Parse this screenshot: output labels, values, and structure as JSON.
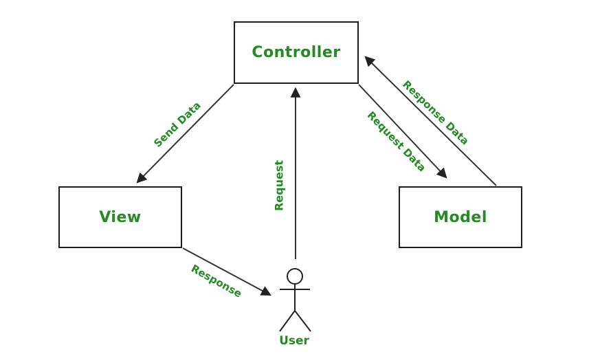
{
  "nodes": {
    "controller": {
      "label": "Controller"
    },
    "view": {
      "label": "View"
    },
    "model": {
      "label": "Model"
    },
    "user": {
      "label": "User"
    }
  },
  "edges": {
    "send_data": {
      "label": "Send Data",
      "from": "Controller",
      "to": "View"
    },
    "request": {
      "label": "Request",
      "from": "User",
      "to": "Controller"
    },
    "request_data": {
      "label": "Request Data",
      "from": "Controller",
      "to": "Model"
    },
    "response_data": {
      "label": "Response Data",
      "from": "Model",
      "to": "Controller"
    },
    "response": {
      "label": "Response",
      "from": "View",
      "to": "User"
    }
  },
  "colors": {
    "label_green": "#228B22",
    "line": "#333333",
    "box_border": "#1c1c1c",
    "background": "#ffffff"
  }
}
